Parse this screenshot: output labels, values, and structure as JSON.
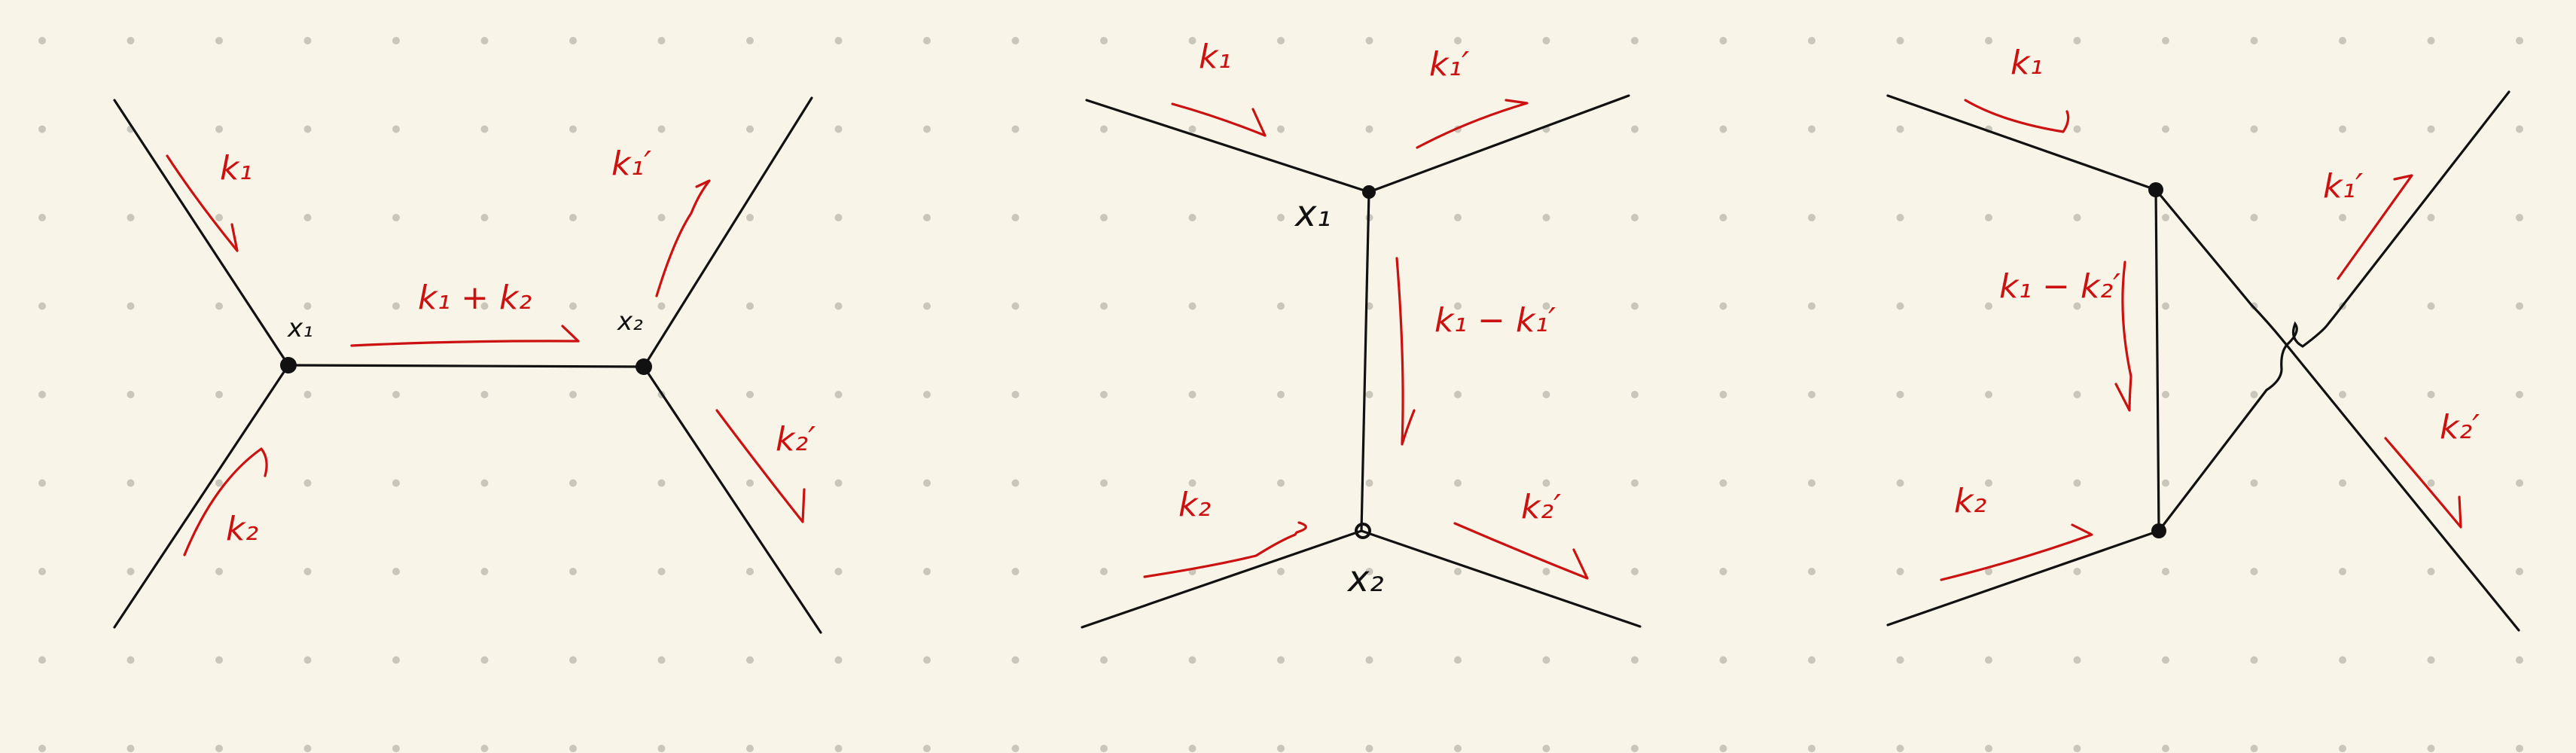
{
  "colors": {
    "paper": "#f8f5e8",
    "dots": "#c9c6bc",
    "ink_black": "#111111",
    "ink_red": "#cc1111"
  },
  "diagrams": [
    {
      "labels": {
        "k1": "k₁",
        "k2": "k₂",
        "k1p": "k₁′",
        "k2p": "k₂′",
        "prop": "k₁ + k₂",
        "x1": "x₁",
        "x2": "x₂"
      }
    },
    {
      "labels": {
        "k1": "k₁",
        "k1p": "k₁′",
        "k2": "k₂",
        "k2p": "k₂′",
        "prop": "k₁ − k₁′",
        "x1": "x₁",
        "x2": "x₂"
      }
    },
    {
      "labels": {
        "k1": "k₁",
        "k2": "k₂",
        "k1p": "k₁′",
        "k2p": "k₂′",
        "prop": "k₁ − k₂′"
      }
    }
  ]
}
